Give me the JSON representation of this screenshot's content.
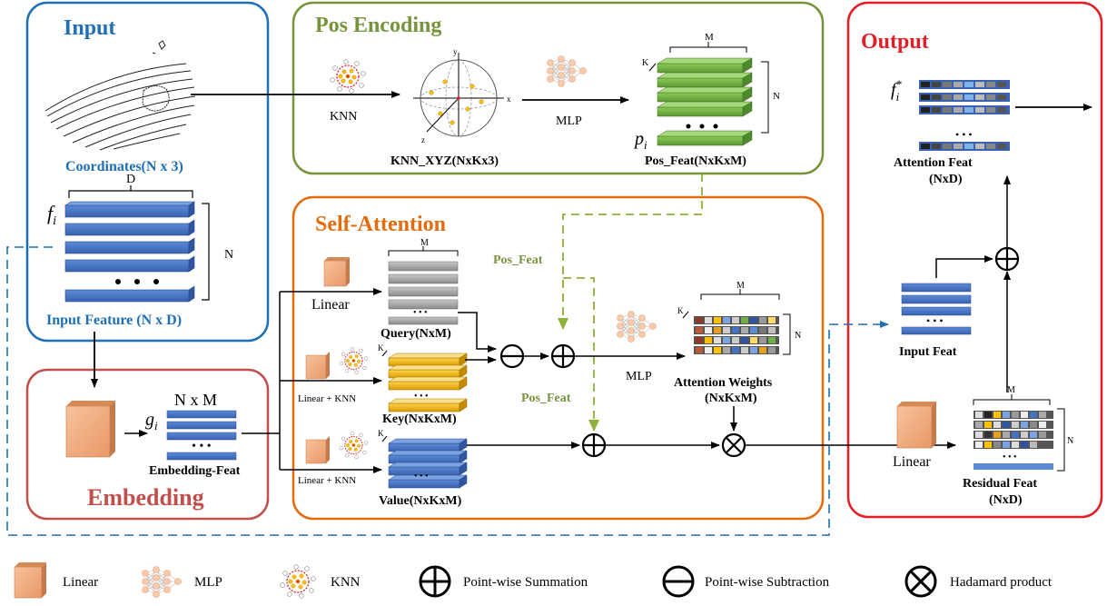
{
  "panels": {
    "input": {
      "title": "Input",
      "coords_label": "Coordinates(N x 3)",
      "feature_label": "Input Feature (N x D)",
      "dim_d": "D",
      "dim_n": "N",
      "feat_symbol": "f",
      "feat_sub": "i"
    },
    "pos_encoding": {
      "title": "Pos Encoding",
      "knn_label": "KNN",
      "knn_xyz_label": "KNN_XYZ(NxKx3)",
      "mlp_label": "MLP",
      "pos_feat_label": "Pos_Feat(NxKxM)",
      "dim_m": "M",
      "dim_k": "K",
      "dim_n": "N",
      "p_symbol": "p",
      "p_sub": "i",
      "axis_x": "x",
      "axis_y": "y",
      "axis_z": "z"
    },
    "self_attention": {
      "title": "Self-Attention",
      "linear_label": "Linear",
      "linear_knn_label_1": "Linear + KNN",
      "linear_knn_label_2": "Linear + KNN",
      "query_label": "Query(NxM)",
      "key_label": "Key(NxKxM)",
      "value_label": "Value(NxKxM)",
      "pos_feat_1": "Pos_Feat",
      "pos_feat_2": "Pos_Feat",
      "mlp_label": "MLP",
      "attn_weights_1": "Attention Weights",
      "attn_weights_2": "(NxKxM)",
      "dim_m": "M",
      "dim_k": "K",
      "dim_n": "N"
    },
    "embedding": {
      "title": "Embedding",
      "dims": "N x M",
      "feat_label": "Embedding-Feat",
      "g_symbol": "g",
      "g_sub": "i"
    },
    "output": {
      "title": "Output",
      "attn_feat_1": "Attention Feat",
      "attn_feat_2": "(NxD)",
      "input_feat": "Input Feat",
      "linear_label": "Linear",
      "residual_1": "Residual Feat",
      "residual_2": "(NxD)",
      "f_symbol": "f",
      "f_sub": "i",
      "f_sup": "*",
      "dim_m": "M",
      "dim_n": "N"
    }
  },
  "legend": {
    "linear": "Linear",
    "mlp": "MLP",
    "knn": "KNN",
    "sum": "Point-wise Summation",
    "sub": "Point-wise Subtraction",
    "hadamard": "Hadamard product"
  },
  "colors": {
    "input_border": "#1f6fb5",
    "pos_border": "#76923c",
    "attn_border": "#e36c09",
    "embed_border": "#c0504d",
    "output_border": "#e31e24",
    "input_title": "#1f6fb5",
    "pos_title": "#77933c",
    "attn_title": "#e46c0a",
    "embed_title": "#c0504d",
    "output_title": "#e31e24",
    "blue_feat": "#4472c4",
    "green_feat": "#70ad47",
    "gray_feat": "#a6a6a6",
    "gold_feat": "#ffc000",
    "linear_box": "#f4b183",
    "mlp_node": "#f8cbad"
  }
}
